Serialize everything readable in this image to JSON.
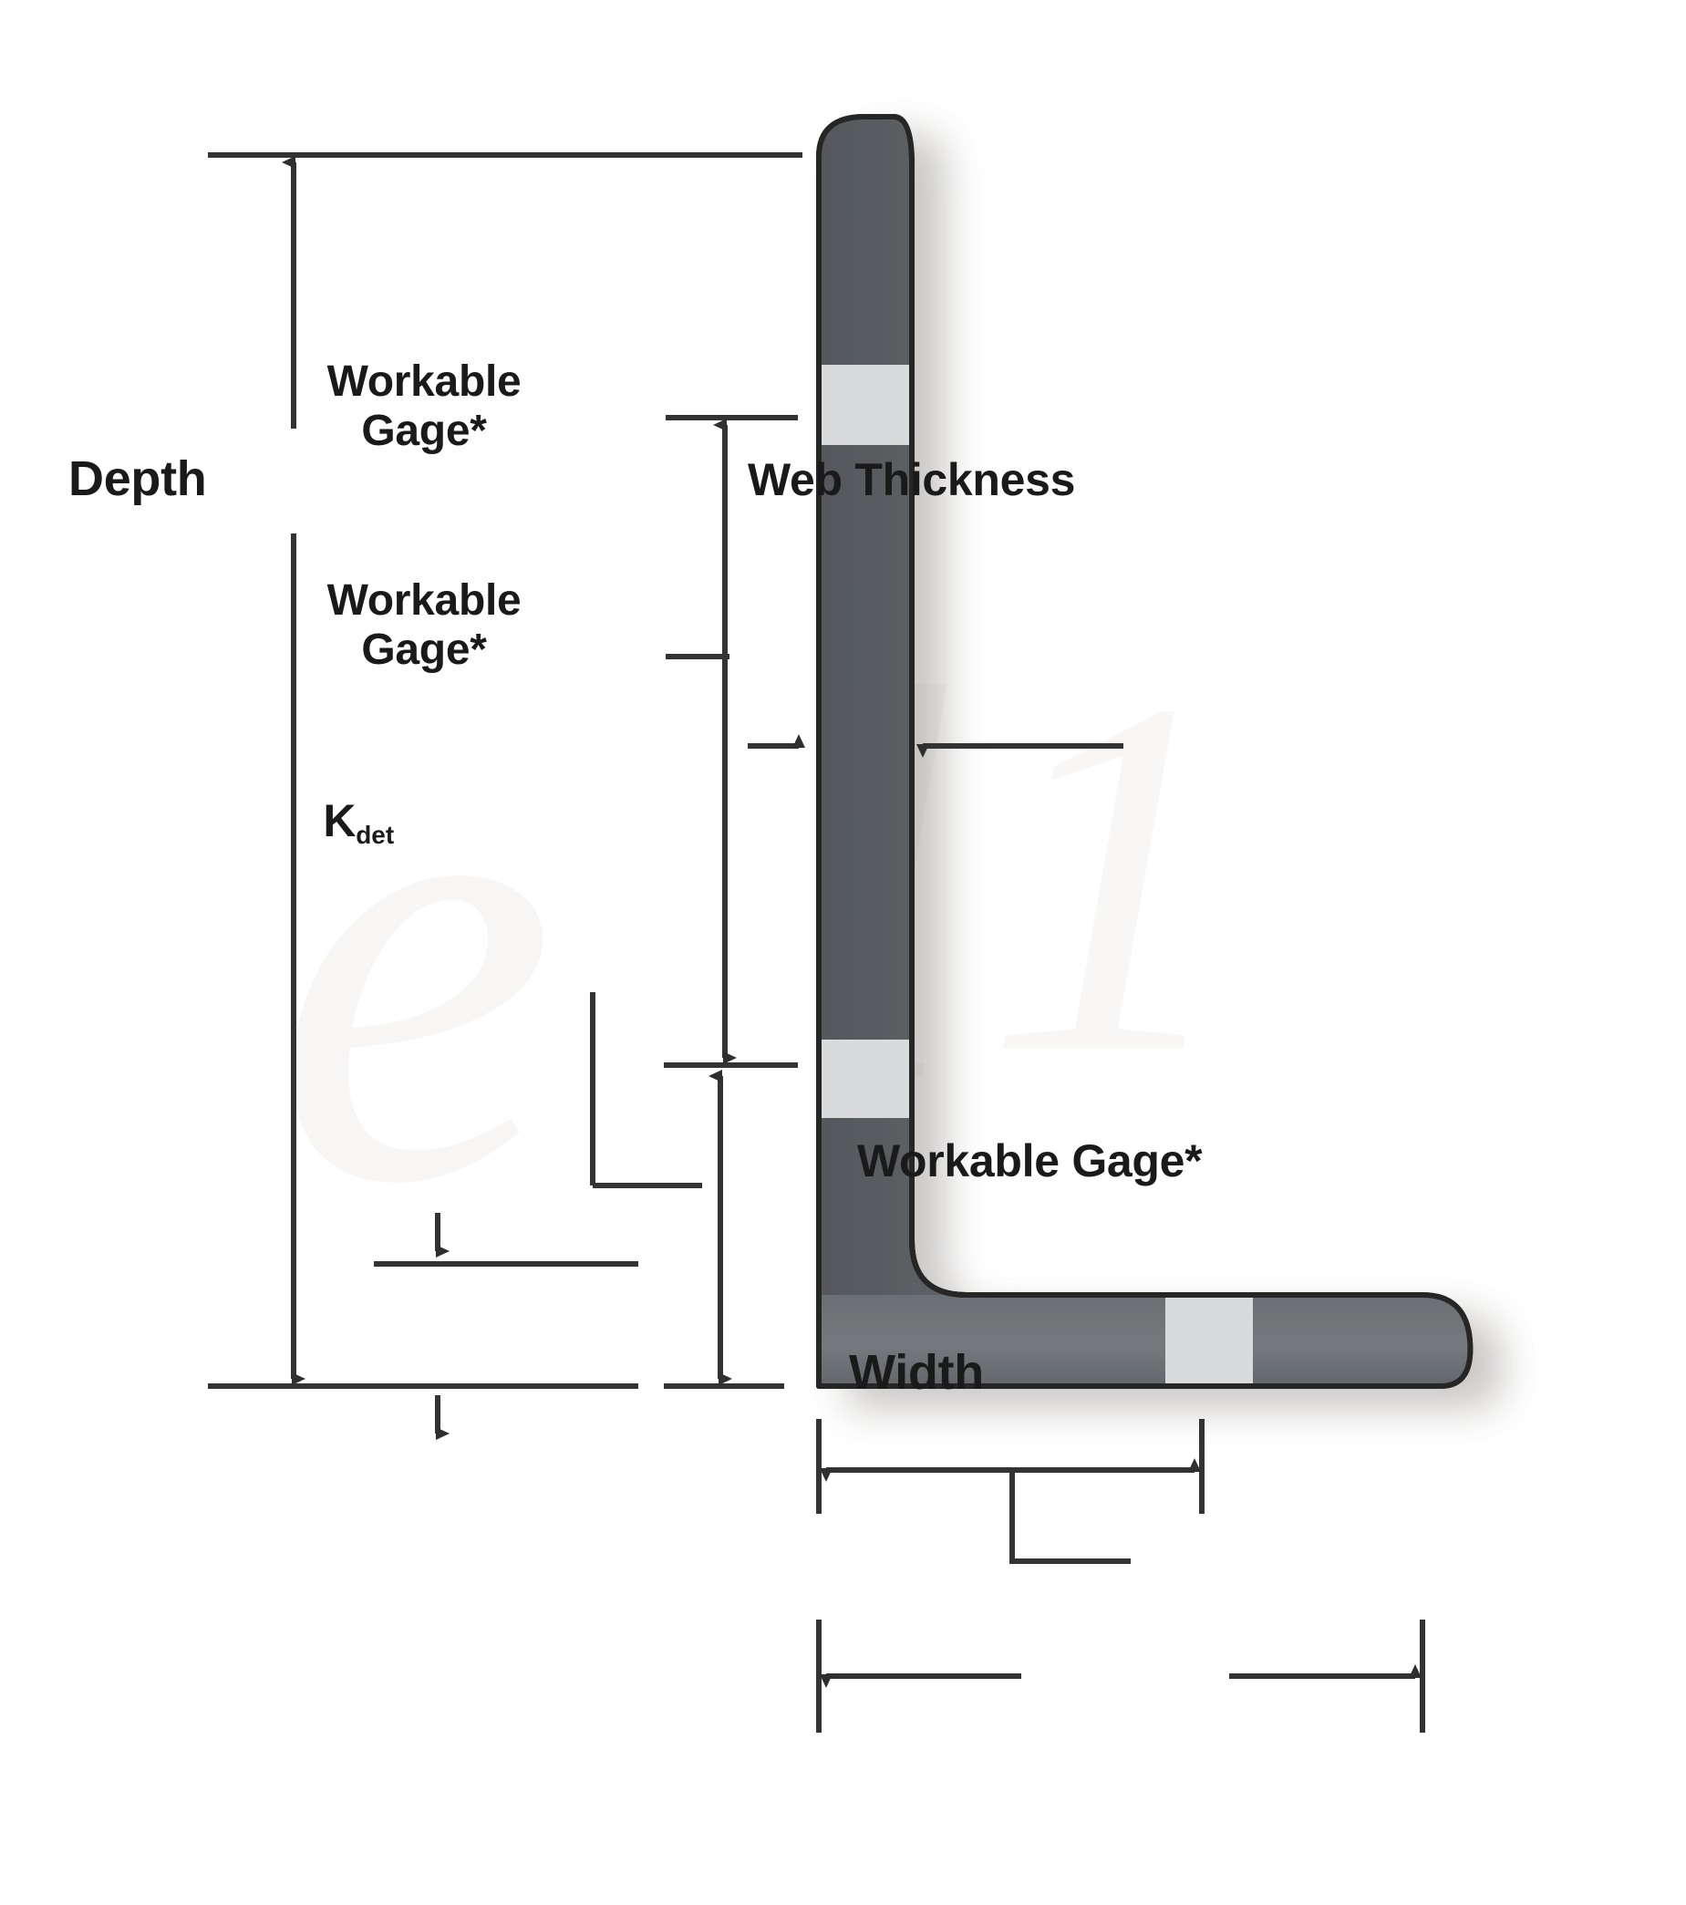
{
  "diagram": {
    "title": "Steel Angle Cross-Section Dimension Diagram",
    "shape": "L-shaped structural steel angle",
    "labels": {
      "depth": "Depth",
      "workable_gage_upper": "Workable\nGage*",
      "workable_gage_lower": "Workable\nGage*",
      "k_det_base": "K",
      "k_det_sub": "det",
      "web_thickness": "Web Thickness",
      "workable_gage_horizontal": "Workable Gage*",
      "width": "Width"
    },
    "colors": {
      "steel_fill": "#5a5d61",
      "steel_fill_light": "#6e7276",
      "bolt_band": "#d9dadb",
      "outline": "#2a2a2a",
      "dimension_line": "#3a3a3a",
      "label_text": "#1a1a1a",
      "background": "#ffffff",
      "watermark": "#f1f1ef"
    },
    "watermark_text": "e",
    "footnote_marker": "*",
    "dimensions_shown": [
      "Depth",
      "Workable Gage*",
      "Workable Gage*",
      "K det",
      "Web Thickness",
      "Workable Gage*",
      "Width"
    ]
  }
}
